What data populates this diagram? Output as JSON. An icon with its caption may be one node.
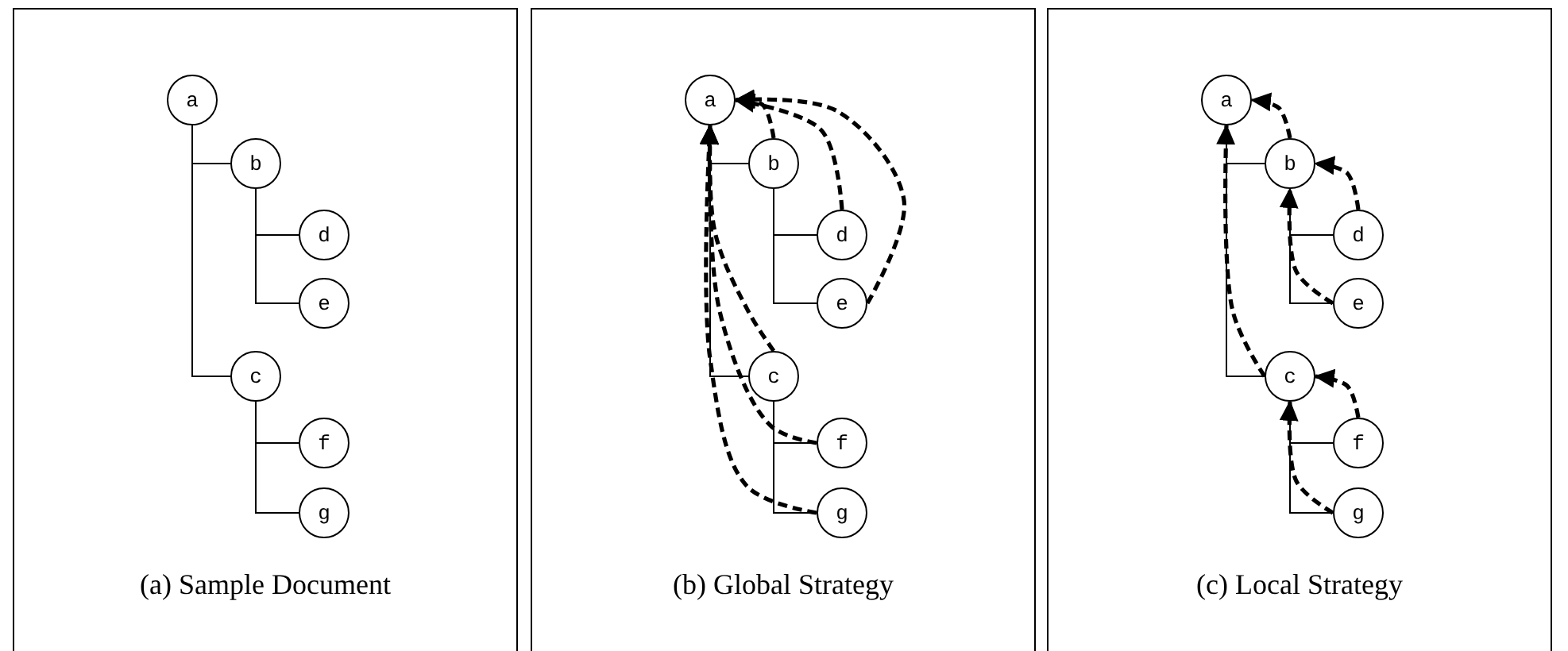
{
  "diagram": {
    "nodes": [
      {
        "text": [
          "(a) Sample Document"
        ]
      },
      {
        "text": [
          "a"
        ],
        "in": 0
      },
      {
        "text": [
          "b"
        ],
        "in": 0
      },
      {
        "text": [
          "d"
        ],
        "in": 0
      },
      {
        "text": [
          "e"
        ],
        "in": 0
      },
      {
        "text": [
          "c"
        ],
        "in": 0
      },
      {
        "text": [
          "f"
        ],
        "in": 0
      },
      {
        "text": [
          "g"
        ],
        "in": 0
      },
      {
        "text": [
          "(b) Global Strategy"
        ]
      },
      {
        "text": [
          "a"
        ],
        "in": 8
      },
      {
        "text": [
          "b"
        ],
        "in": 8
      },
      {
        "text": [
          "d"
        ],
        "in": 8
      },
      {
        "text": [
          "e"
        ],
        "in": 8
      },
      {
        "text": [
          "c"
        ],
        "in": 8
      },
      {
        "text": [
          "f"
        ],
        "in": 8
      },
      {
        "text": [
          "g"
        ],
        "in": 8
      },
      {
        "text": [
          "(c) Local Strategy"
        ]
      },
      {
        "text": [
          "a"
        ],
        "in": 16
      },
      {
        "text": [
          "b"
        ],
        "in": 16
      },
      {
        "text": [
          "d"
        ],
        "in": 16
      },
      {
        "text": [
          "e"
        ],
        "in": 16
      },
      {
        "text": [
          "c"
        ],
        "in": 16
      },
      {
        "text": [
          "f"
        ],
        "in": 16
      },
      {
        "text": [
          "g"
        ],
        "in": 16
      }
    ],
    "edges": [
      {
        "from": 1,
        "to": 2,
        "arrow": "none"
      },
      {
        "from": 2,
        "to": 3,
        "arrow": "none"
      },
      {
        "from": 2,
        "to": 4,
        "arrow": "none"
      },
      {
        "from": 1,
        "to": 5,
        "arrow": "none"
      },
      {
        "from": 5,
        "to": 6,
        "arrow": "none"
      },
      {
        "from": 5,
        "to": 7,
        "arrow": "none"
      },
      {
        "from": 9,
        "to": 10,
        "arrow": "none"
      },
      {
        "from": 10,
        "to": 11,
        "arrow": "none"
      },
      {
        "from": 10,
        "to": 12,
        "arrow": "none"
      },
      {
        "from": 9,
        "to": 13,
        "arrow": "none"
      },
      {
        "from": 13,
        "to": 14,
        "arrow": "none"
      },
      {
        "from": 13,
        "to": 15,
        "arrow": "none"
      },
      {
        "from": 17,
        "to": 18,
        "arrow": "none"
      },
      {
        "from": 18,
        "to": 19,
        "arrow": "none"
      },
      {
        "from": 18,
        "to": 20,
        "arrow": "none"
      },
      {
        "from": 17,
        "to": 21,
        "arrow": "none"
      },
      {
        "from": 21,
        "to": 22,
        "arrow": "none"
      },
      {
        "from": 21,
        "to": 23,
        "arrow": "none"
      },
      {
        "from": 10,
        "to": 9,
        "arrow": "to",
        "style": "dashed"
      },
      {
        "from": 11,
        "to": 9,
        "arrow": "to",
        "style": "dashed"
      },
      {
        "from": 12,
        "to": 9,
        "arrow": "to",
        "style": "dashed"
      },
      {
        "from": 13,
        "to": 9,
        "arrow": "to",
        "style": "dashed"
      },
      {
        "from": 14,
        "to": 9,
        "arrow": "to",
        "style": "dashed"
      },
      {
        "from": 15,
        "to": 9,
        "arrow": "to",
        "style": "dashed"
      },
      {
        "from": 18,
        "to": 17,
        "arrow": "to",
        "style": "dashed"
      },
      {
        "from": 19,
        "to": 18,
        "arrow": "to",
        "style": "dashed"
      },
      {
        "from": 20,
        "to": 18,
        "arrow": "to",
        "style": "dashed"
      },
      {
        "from": 21,
        "to": 17,
        "arrow": "to",
        "style": "dashed"
      },
      {
        "from": 22,
        "to": 21,
        "arrow": "to",
        "style": "dashed"
      },
      {
        "from": 23,
        "to": 21,
        "arrow": "to",
        "style": "dashed"
      }
    ]
  }
}
